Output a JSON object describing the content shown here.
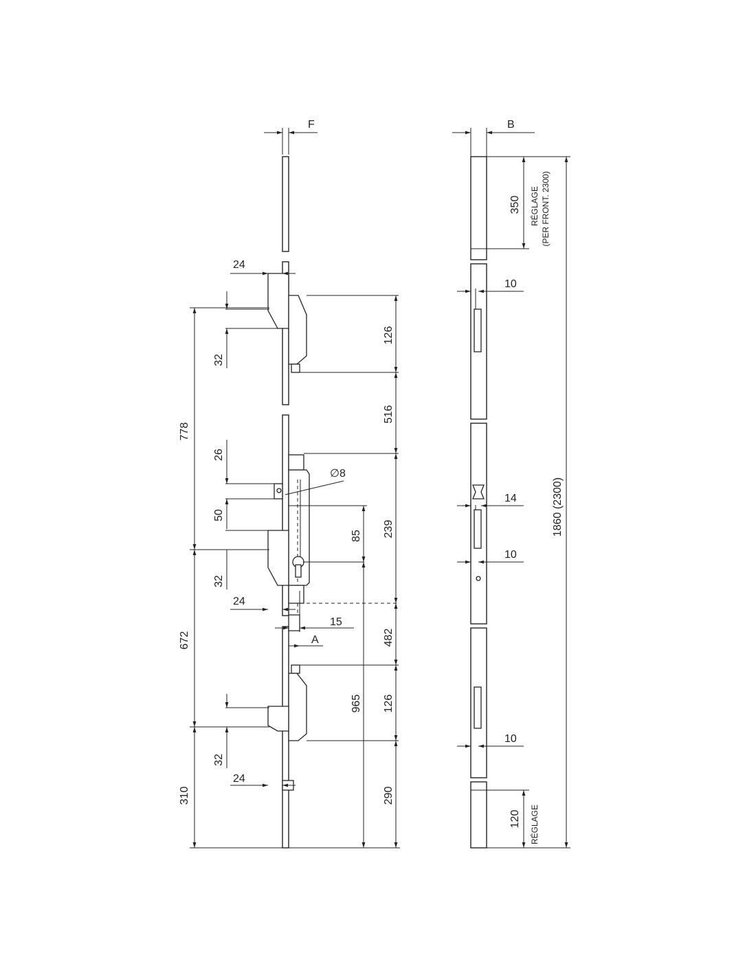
{
  "colors": {
    "line": "#222222",
    "background": "#ffffff"
  },
  "front_view": {
    "label_F": "F",
    "label_A": "A",
    "label_diameter": "8",
    "left_dims": {
      "d778": "778",
      "d672": "672",
      "d310": "310"
    },
    "inner_dims": {
      "d24_top": "24",
      "d32_top": "32",
      "d26": "26",
      "d50": "50",
      "d32_mid": "32",
      "d24_mid": "24",
      "d32_bot": "32",
      "d24_bot": "24",
      "d15": "15"
    },
    "right_dims": {
      "d126_top": "126",
      "d516": "516",
      "d239": "239",
      "d482": "482",
      "d126_bot": "126",
      "d290": "290",
      "d85": "85",
      "d965": "965"
    }
  },
  "side_view": {
    "label_B": "B",
    "d350": "350",
    "reglage_top_1": "RÉGLAGE",
    "reglage_top_2": "(PER FRONT. 2300)",
    "d10_a": "10",
    "d14": "14",
    "d10_b": "10",
    "d10_c": "10",
    "d120": "120",
    "reglage_bottom": "RÉGLAGE",
    "overall": "1860 (2300)"
  }
}
